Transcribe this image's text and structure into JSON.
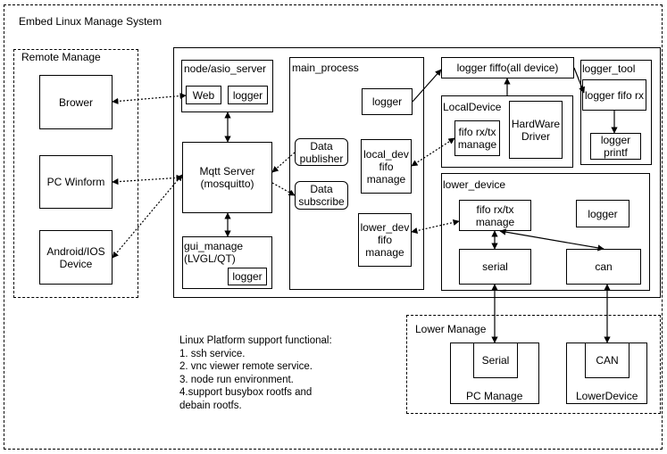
{
  "title": "Embed Linux  Manage System",
  "remote": {
    "title": "Remote  Manage",
    "browser": "Brower",
    "pc_winform": "PC Winform",
    "mobile": "Android/IOS\nDevice"
  },
  "node": {
    "title": "node/asio_server",
    "web": "Web",
    "logger": "logger"
  },
  "mqtt": "Mqtt Server\n(mosquitto)",
  "gui": {
    "title": "gui_manage\n(LVGL/QT)",
    "logger": "logger"
  },
  "main_process": {
    "title": "main_process",
    "logger": "logger",
    "data_publisher": "Data\npublisher",
    "data_subscribe": "Data\nsubscribe",
    "local_dev_fifo": "local_dev\nfifo\nmanage",
    "lower_dev_fifo": "lower_dev\nfifo\nmanage"
  },
  "logger_fifo_all": "logger fiffo(all device)",
  "local_device": {
    "title": "LocalDevice",
    "fifo": "fifo rx/tx\nmanage",
    "hardware": "HardWare\nDriver"
  },
  "logger_tool": {
    "title": "logger_tool",
    "fifo_rx": "logger fifo rx",
    "printf": "logger\nprintf"
  },
  "lower_device": {
    "title": "lower_device",
    "fifo": "fifo rx/tx\nmanage",
    "logger": "logger",
    "serial": "serial",
    "can": "can"
  },
  "lower_manage": {
    "title": "Lower Manage",
    "serial": "Serial",
    "pc_manage": "PC Manage",
    "can": "CAN",
    "lower_device": "LowerDevice"
  },
  "platform_notes": [
    "Linux Platform support functional:",
    "1. ssh service.",
    "2. vnc viewer remote service.",
    "3. node run environment.",
    "4.support busybox rootfs and",
    "debain rootfs."
  ]
}
